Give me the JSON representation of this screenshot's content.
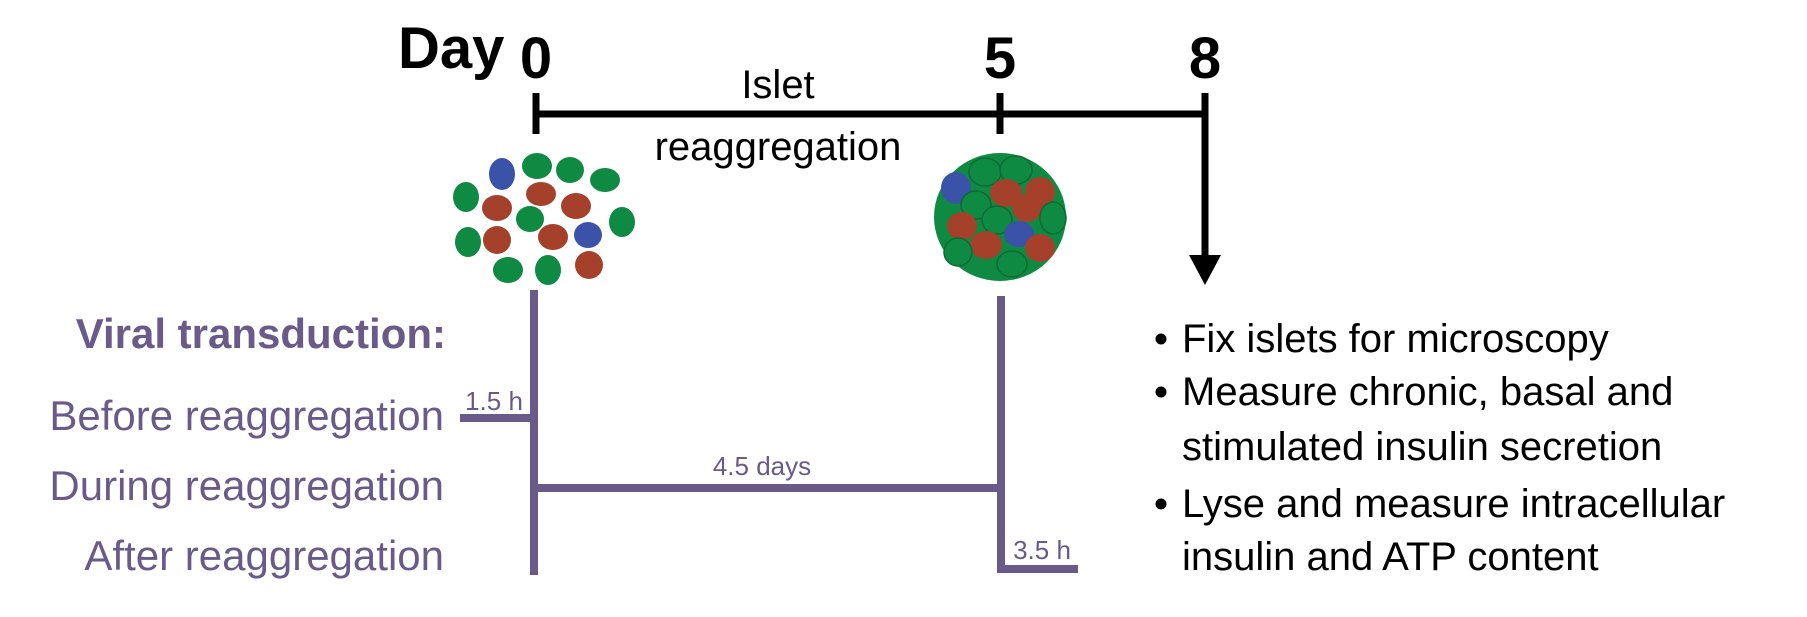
{
  "timeline": {
    "day_word": "Day",
    "days": [
      "0",
      "5",
      "8"
    ],
    "phase_label_line1": "Islet",
    "phase_label_line2": "reaggregation"
  },
  "transduction": {
    "heading": "Viral transduction:",
    "rows": [
      {
        "label": "Before reaggregation",
        "duration": "1.5 h"
      },
      {
        "label": "During reaggregation",
        "duration": "4.5 days"
      },
      {
        "label": "After reaggregation",
        "duration": "3.5 h"
      }
    ]
  },
  "endpoints": {
    "bullets": [
      {
        "lines": [
          "Fix islets for microscopy"
        ]
      },
      {
        "lines": [
          "Measure chronic, basal and",
          "stimulated insulin secretion"
        ]
      },
      {
        "lines": [
          "Lyse and measure intracellular",
          "insulin and ATP content"
        ]
      }
    ]
  },
  "colors": {
    "timeline": "#000000",
    "transduction": "#6a5a8a",
    "cell_green": "#0f8a43",
    "cell_red": "#a5402a",
    "cell_blue": "#3a52a8"
  }
}
